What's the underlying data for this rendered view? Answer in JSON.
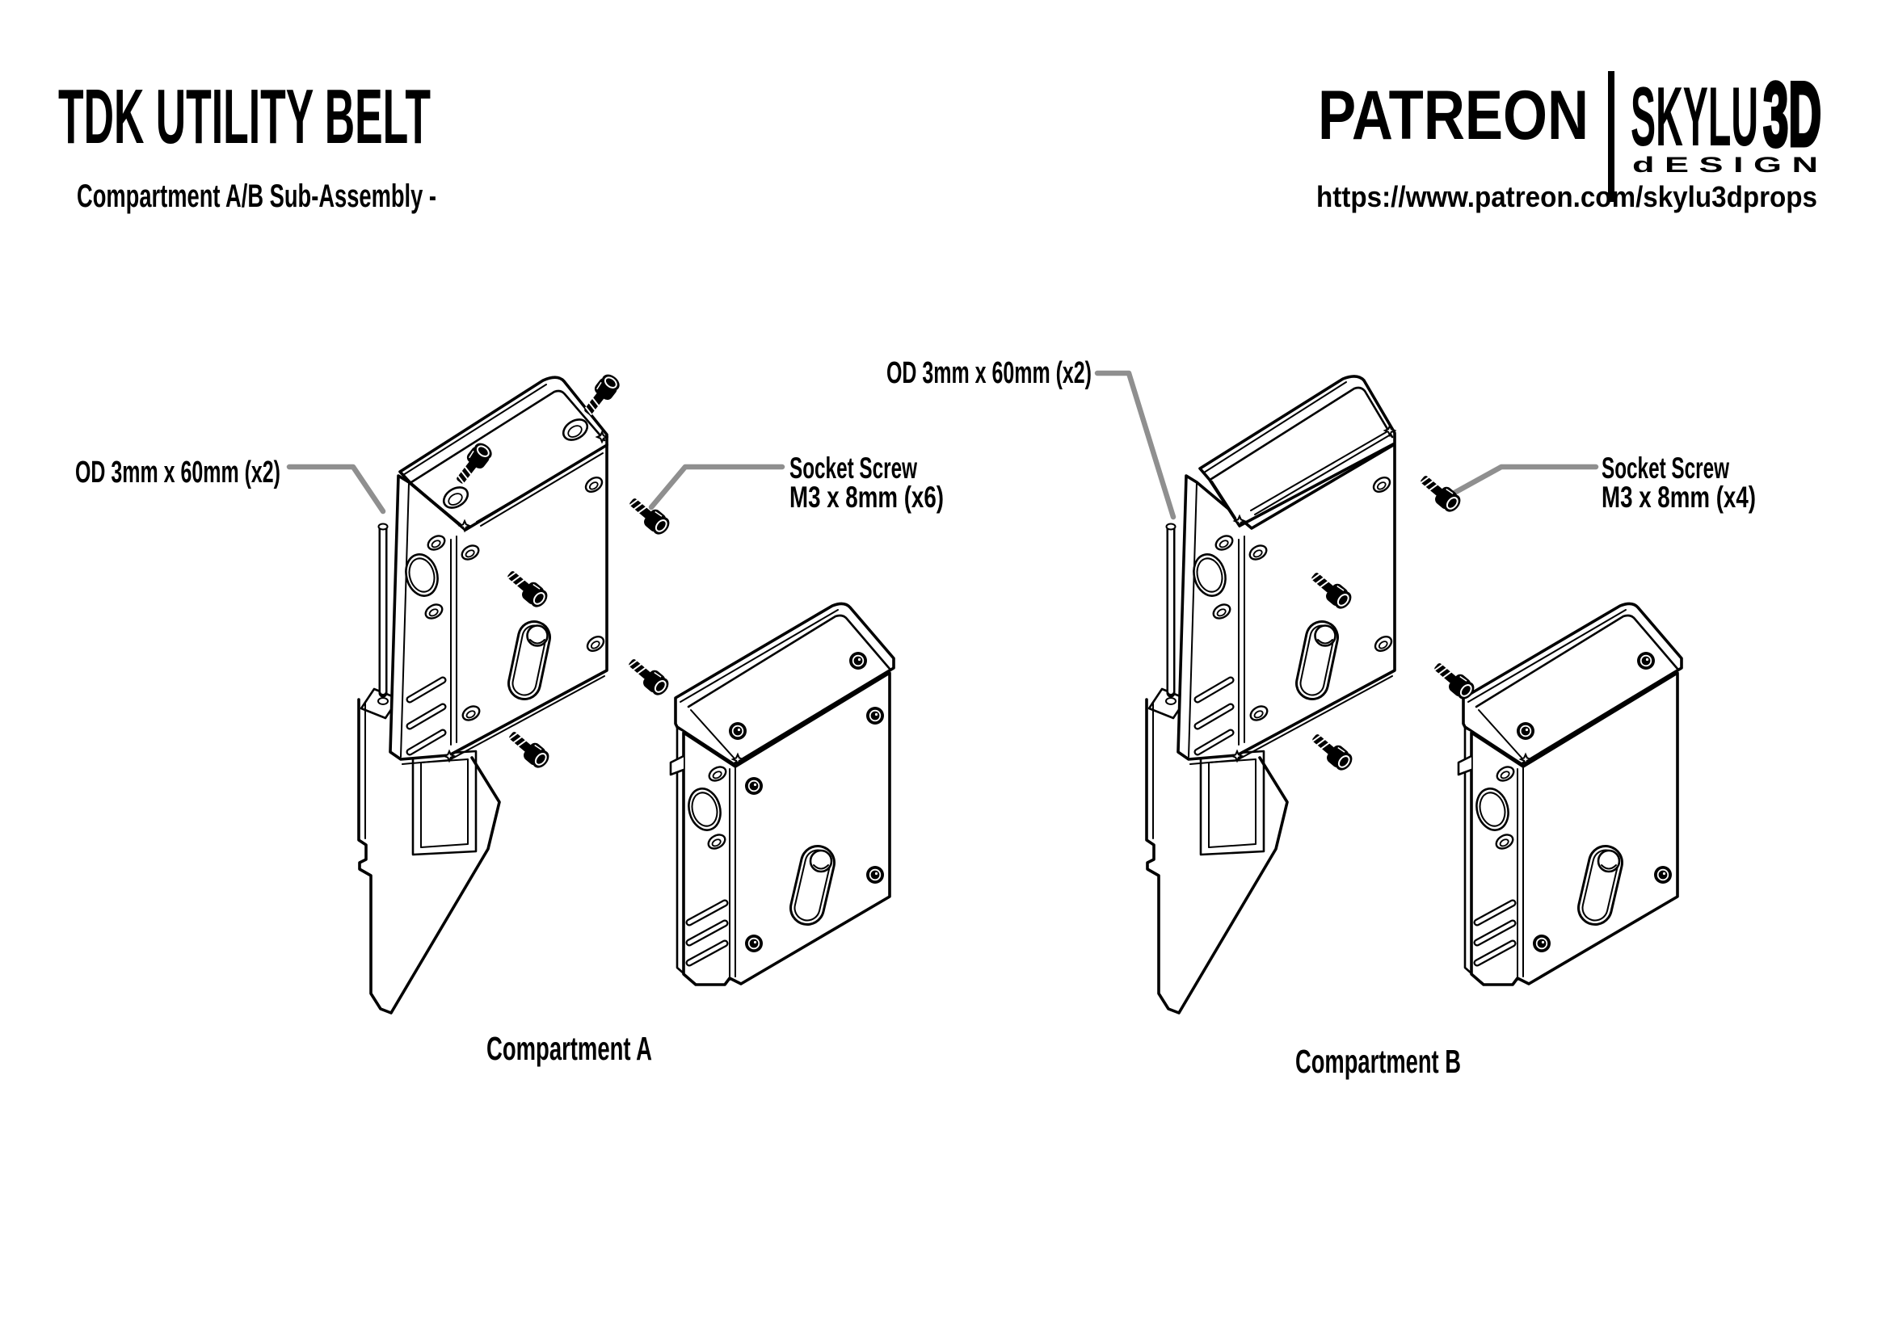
{
  "header": {
    "title": "TDK UTILITY BELT",
    "subtitle": "Compartment A/B Sub-Assembly -"
  },
  "brand": {
    "patreon": "PATREON",
    "skylu": "SKYLU",
    "three_d": "3D",
    "design": "d E S I G N",
    "url": "https://www.patreon.com/skylu3dprops"
  },
  "compartment_a": {
    "caption": "Compartment A",
    "pin_label": "OD 3mm x 60mm (x2)",
    "screw_label_line1": "Socket Screw",
    "screw_label_line2": "M3 x 8mm (x6)"
  },
  "compartment_b": {
    "caption": "Compartment B",
    "pin_label": "OD 3mm x 60mm (x2)",
    "screw_label_line1": "Socket Screw",
    "screw_label_line2": "M3 x 8mm (x4)"
  },
  "colors": {
    "ink": "#000000",
    "leader": "#8f8f8f",
    "background": "#ffffff"
  }
}
